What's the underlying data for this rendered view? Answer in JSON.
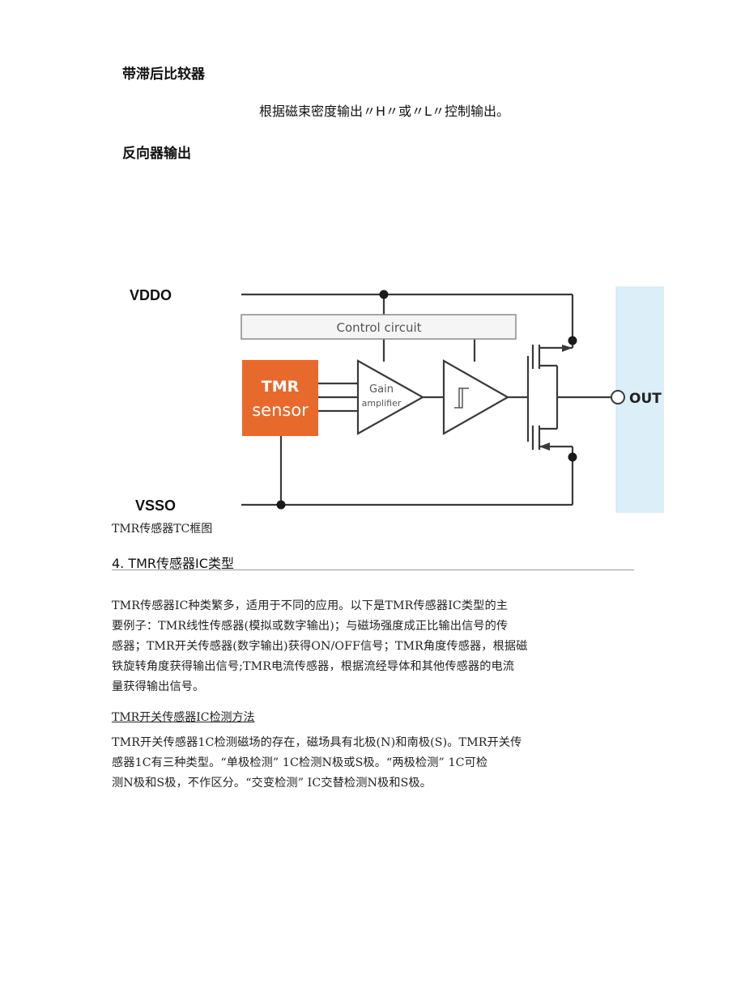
{
  "headings": {
    "comparator": "带滞后比较器",
    "comparator_desc": "根据磁束密度输出〃H〃或〃L〃控制输出。",
    "inverter": "反向器输出"
  },
  "diagram": {
    "vddo": "VDDO",
    "vsso": "VSSO",
    "control_circuit": "Control circuit",
    "tmr_line1": "TMR",
    "tmr_line2": "sensor",
    "gain_line1": "Gain",
    "gain_line2": "amplifier",
    "out": "OUT",
    "colors": {
      "sensor_fill": "#e8692c",
      "output_panel": "#dceef7",
      "wire": "#3a3a3a"
    },
    "caption": "TMR传感器TC框图"
  },
  "section": {
    "title": "4. TMR传感器IC类型",
    "intro_lines": [
      "TMR传感器IC种类繁多，适用于不同的应用。以下是TMR传感器IC类型的主",
      "要例子：TMR线性传感器(模拟或数字输出)；与磁场强度成正比输出信号的传",
      "感器；TMR开关传感器(数字输出)获得ON/OFF信号；TMR角度传感器，根据磁",
      "铁旋转角度获得输出信号;TMR电流传感器，根据流经导体和其他传感器的电流",
      "量获得输出信号。"
    ],
    "subheading": "TMR开关传感器IC检测方法",
    "detail_lines": [
      "TMR开关传感器1C检测磁场的存在，磁场具有北极(N)和南极(S)。TMR开关传",
      "感器1C有三种类型。“单极检测” 1C检测N极或S极。“两极检测” 1C可检",
      "测N极和S极，不作区分。“交变检测” IC交替检测N极和S极。"
    ]
  }
}
